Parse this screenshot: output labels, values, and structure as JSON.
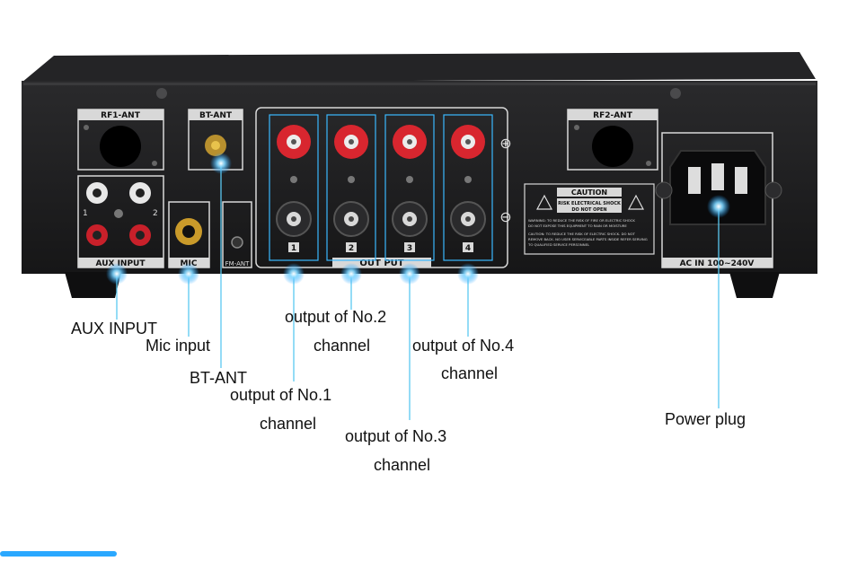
{
  "panel": {
    "rf1": "RF1-ANT",
    "bt": "BT-ANT",
    "rf2": "RF2-ANT",
    "aux": "AUX INPUT",
    "mic": "MIC",
    "fm": "FM-ANT",
    "output": "OUT PUT",
    "acin": "AC IN  100~240V",
    "aux_ch1": "1",
    "aux_ch2": "2",
    "plus": "⊕",
    "minus": "⊖",
    "caution_title": "CAUTION",
    "caution_sub1": "RISK ELECTRICAL SHOCK",
    "caution_sub2": "DO NOT OPEN",
    "caution_line1": "WARNING: TO REDUCE THE RISK OF FIRE OR ELECTRIC SHOCK",
    "caution_line2": "DO NOT EXPOSE THIS EQUIPMENT TO RAIN OR MOISTURE",
    "caution_line3": "CAUTION: TO REDUCE THE RISK OF ELECTRIC SHOCK. DO NOT",
    "caution_line4": "REMOVE BACK. NO USER SERVICEABLE PARTS INSIDE REFER SERVING",
    "caution_line5": "TO QUALIFIED SERVICE PERSONNEL",
    "channels": [
      "1",
      "2",
      "3",
      "4"
    ]
  },
  "labels": {
    "aux_input": "AUX INPUT",
    "mic_input": "Mic input",
    "bt_ant": "BT-ANT",
    "out1_a": "output of No.1",
    "out1_b": "channel",
    "out2_a": "output of No.2",
    "out2_b": "channel",
    "out3_a": "output of No.3",
    "out3_b": "channel",
    "out4_a": "output of No.4",
    "out4_b": "channel",
    "power": "Power plug"
  },
  "colors": {
    "chassis": "#1c1c1e",
    "panel": "#121213",
    "highlight": "#3ab8ff",
    "leader": "#5ac8f0",
    "binding_red": "#d8262f",
    "rca_red": "#c8202a"
  }
}
